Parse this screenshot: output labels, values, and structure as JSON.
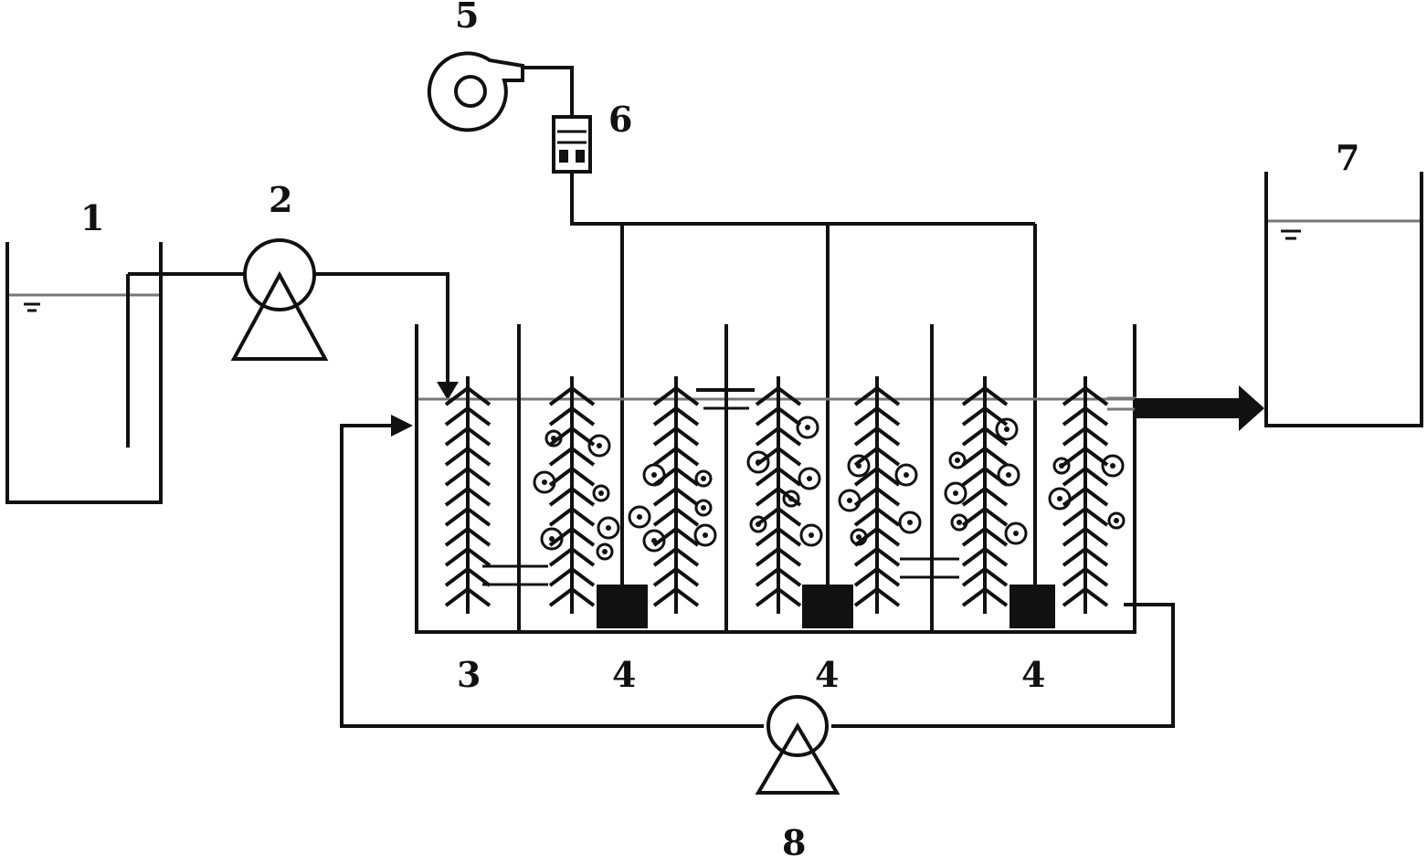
{
  "labels": {
    "tank_1": "1",
    "pump_2": "2",
    "reactor_3": "3",
    "chamber_4a": "4",
    "chamber_4b": "4",
    "chamber_4c": "4",
    "blower_5": "5",
    "flowmeter_6": "6",
    "tank_7": "7",
    "pump_8": "8"
  },
  "colors": {
    "line": "#111111",
    "water_level": "#777777",
    "background": "#ffffff"
  }
}
